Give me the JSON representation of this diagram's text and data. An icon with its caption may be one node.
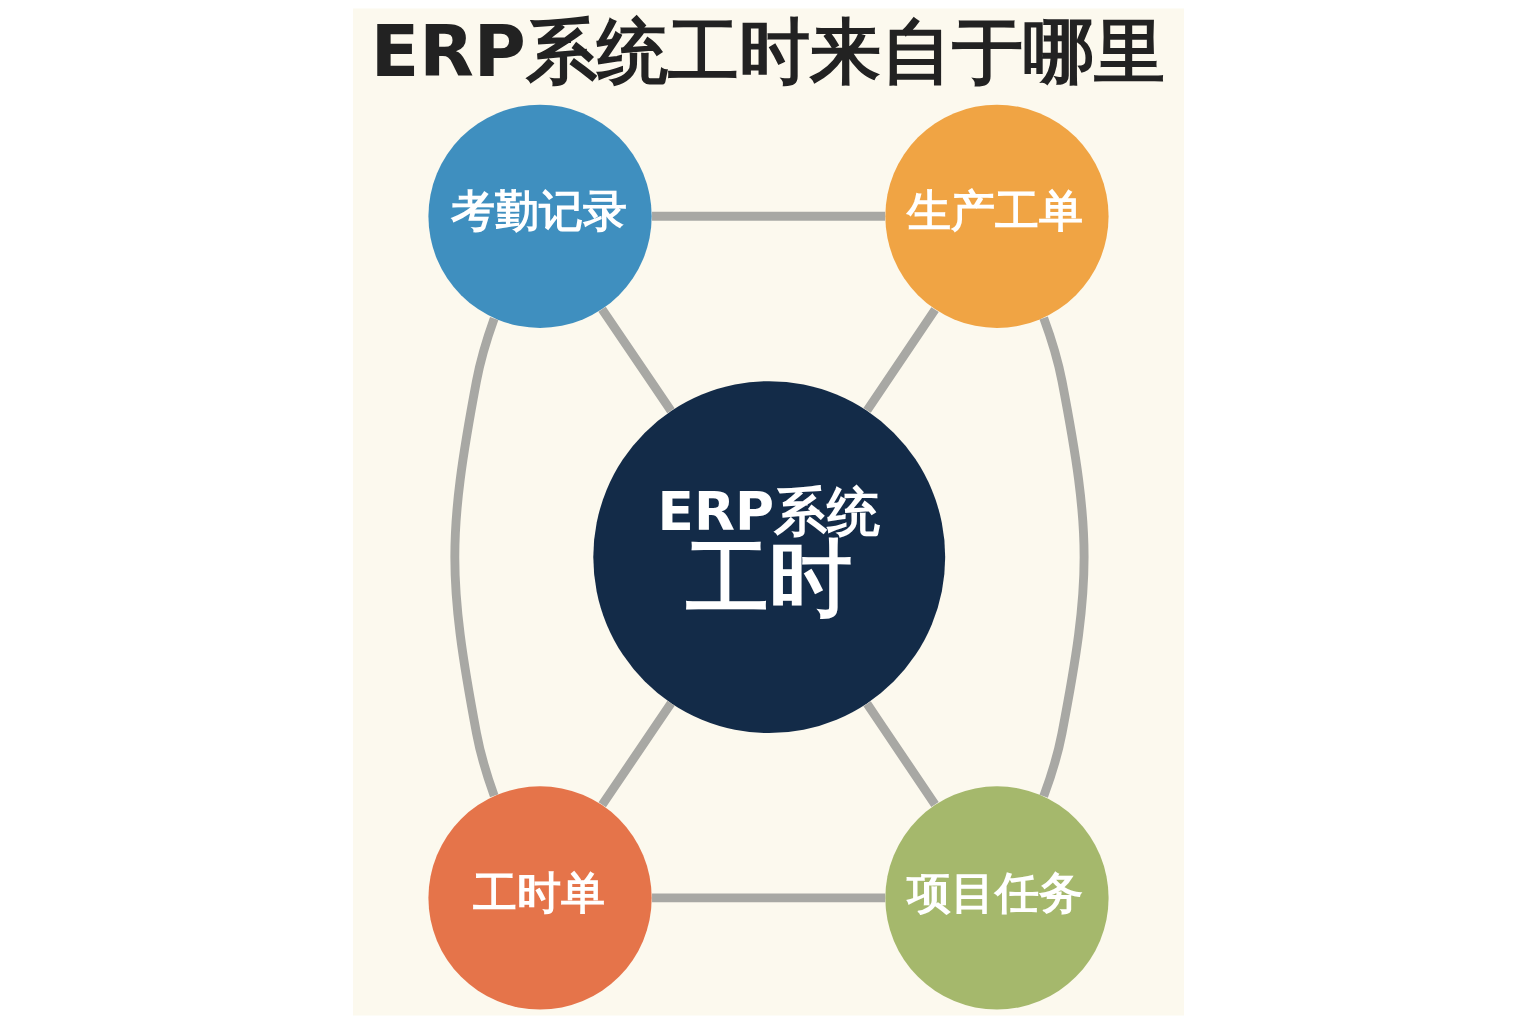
{
  "diagram": {
    "title": "ERP系统工时来自于哪里",
    "nodes": [
      {
        "text": [
          "考勤记录"
        ]
      },
      {
        "text": [
          "生产工单"
        ]
      },
      {
        "text": [
          "ERP系统",
          "工时"
        ]
      },
      {
        "text": [
          "工时单"
        ]
      },
      {
        "text": [
          "项目任务"
        ]
      }
    ],
    "edges": [
      {
        "from": 2,
        "to": 0,
        "arrow": "none"
      },
      {
        "from": 2,
        "to": 1,
        "arrow": "none"
      },
      {
        "from": 2,
        "to": 3,
        "arrow": "none"
      },
      {
        "from": 2,
        "to": 4,
        "arrow": "none"
      },
      {
        "from": 0,
        "to": 1,
        "arrow": "none"
      },
      {
        "from": 1,
        "to": 4,
        "arrow": "none"
      },
      {
        "from": 4,
        "to": 3,
        "arrow": "none"
      },
      {
        "from": 3,
        "to": 0,
        "arrow": "none"
      }
    ]
  }
}
